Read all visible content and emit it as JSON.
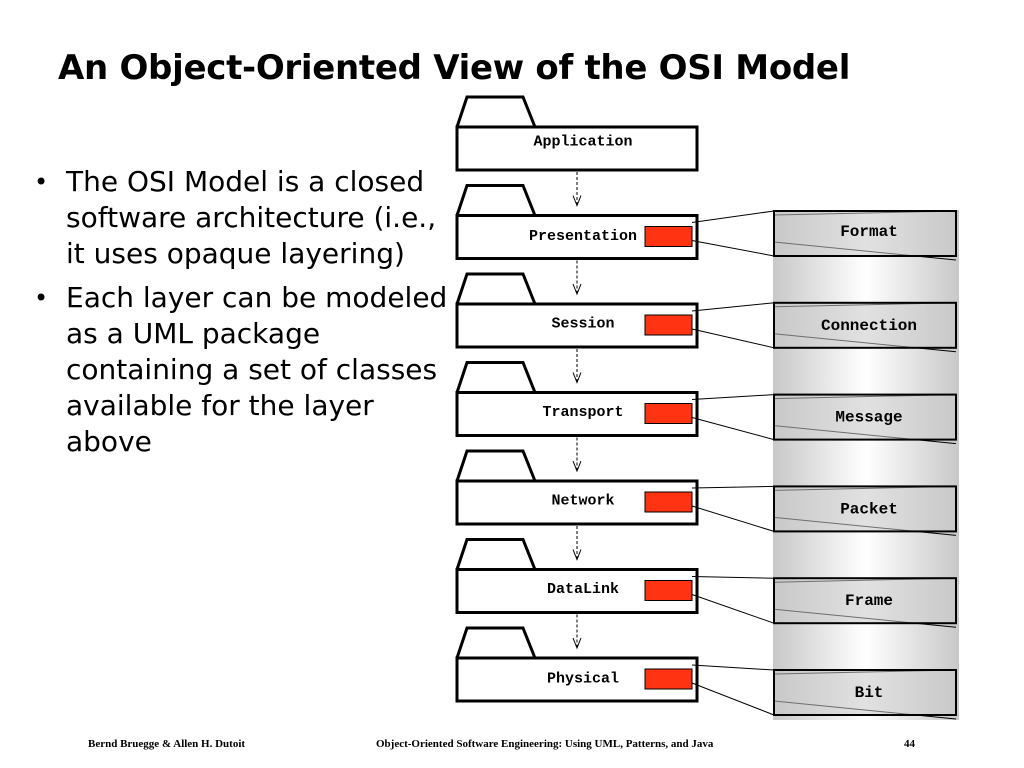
{
  "slide": {
    "title": "An Object-Oriented View of the OSI Model",
    "bullets": [
      "The OSI Model is a closed software architecture (i.e., it uses opaque layering)",
      "Each layer can be modeled as a UML package containing a set of classes available for the layer above"
    ]
  },
  "diagram": {
    "layers": [
      {
        "name": "Application",
        "has_class": false
      },
      {
        "name": "Presentation",
        "has_class": true
      },
      {
        "name": "Session",
        "has_class": true
      },
      {
        "name": "Transport",
        "has_class": true
      },
      {
        "name": "Network",
        "has_class": true
      },
      {
        "name": "DataLink",
        "has_class": true
      },
      {
        "name": "Physical",
        "has_class": true
      }
    ],
    "classes": [
      "Format",
      "Connection",
      "Message",
      "Packet",
      "Frame",
      "Bit"
    ],
    "colors": {
      "class_marker": "#ff3311",
      "class_box_fill": "#c8c8c8",
      "panel_gradient_edge": "#c8c8c8",
      "panel_gradient_center": "#ffffff"
    }
  },
  "footer": {
    "authors": "Bernd Bruegge & Allen H. Dutoit",
    "book": "Object-Oriented Software Engineering: Using UML, Patterns, and Java",
    "page": "44"
  }
}
